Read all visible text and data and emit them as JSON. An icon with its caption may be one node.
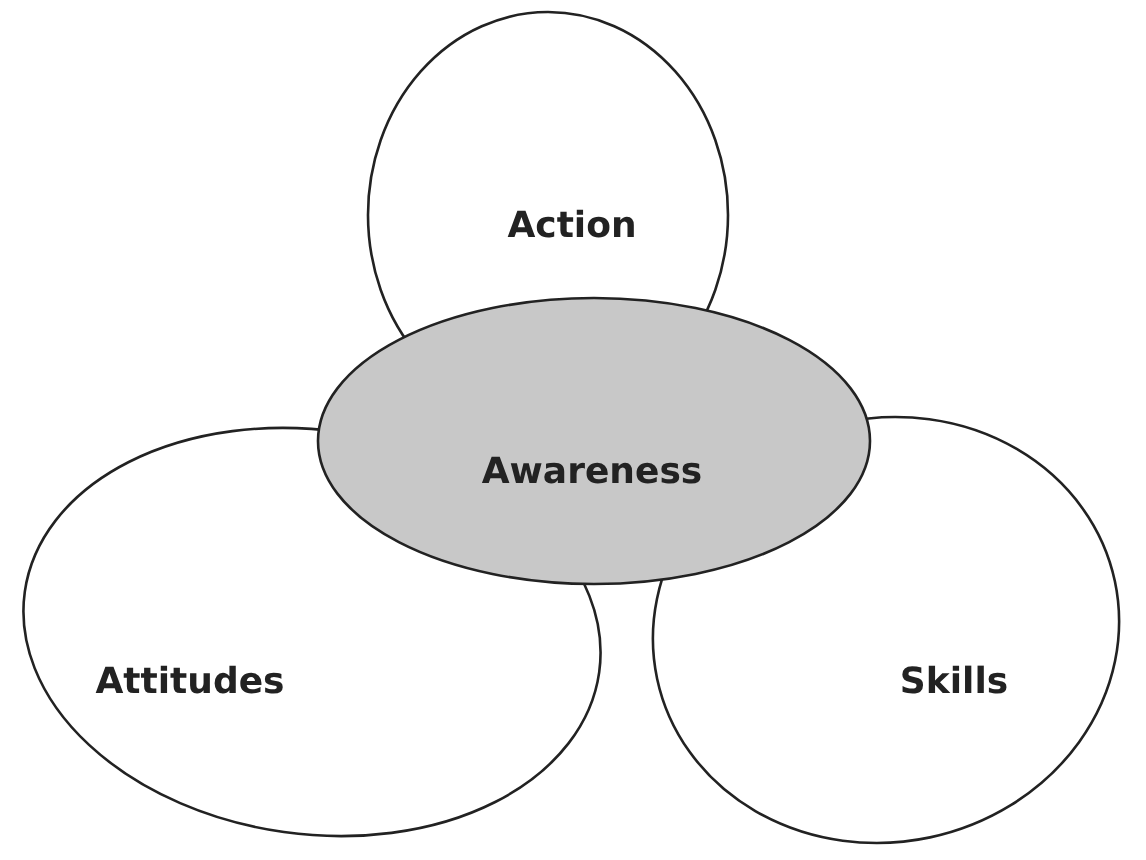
{
  "diagram": {
    "nodes": [
      {
        "text": [
          "Action"
        ]
      },
      {
        "text": [
          "Awareness"
        ]
      },
      {
        "text": [
          "Attitudes"
        ]
      },
      {
        "text": [
          "Skills"
        ]
      }
    ]
  }
}
